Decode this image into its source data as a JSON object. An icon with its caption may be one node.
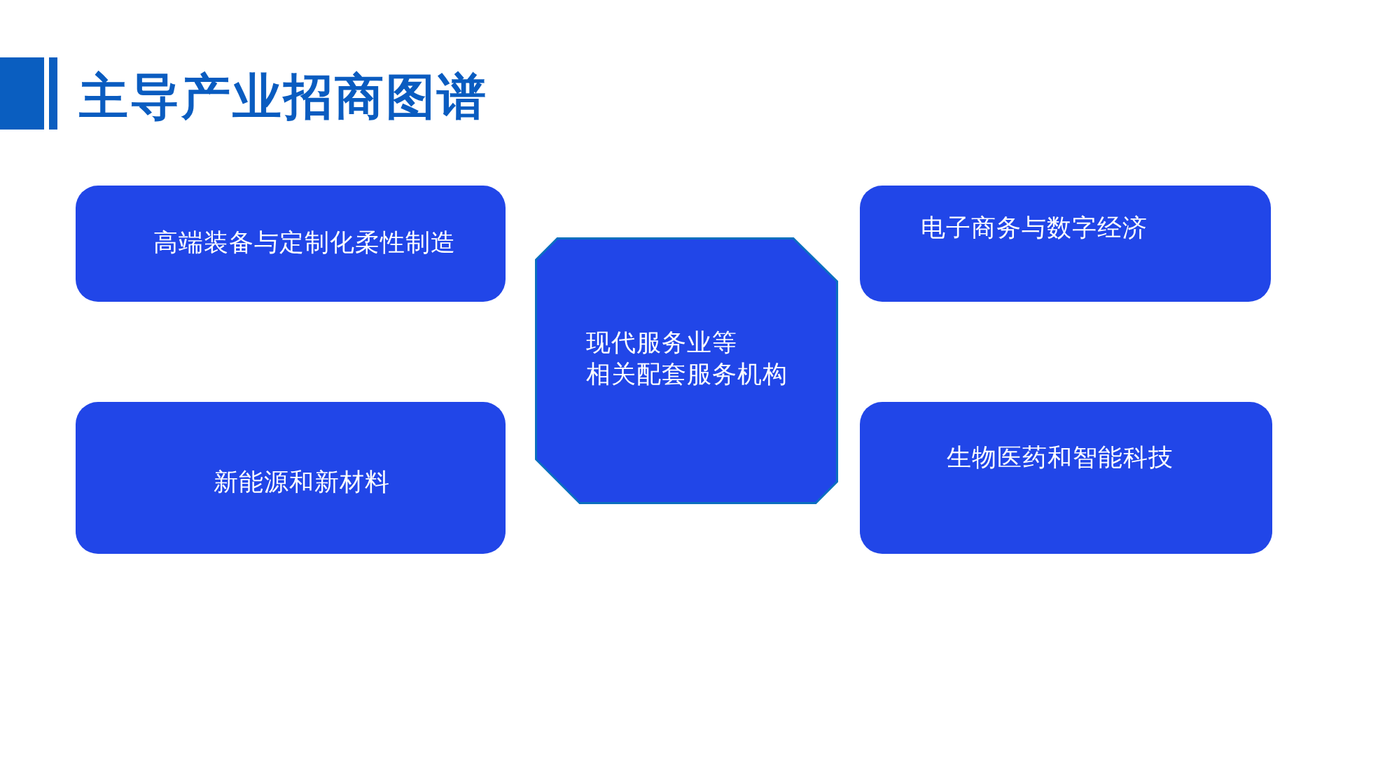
{
  "diagram": {
    "title": "主导产业招商图谱",
    "nodes": [
      {
        "text": [
          "高端装备与定制化柔性制造"
        ]
      },
      {
        "text": [
          "现代服务业等相关配套服务机构"
        ]
      },
      {
        "text": [
          "电子商务与数字经济"
        ]
      },
      {
        "text": [
          "新能源和新材料"
        ]
      },
      {
        "text": [
          "生物医药和智能科技"
        ]
      }
    ]
  }
}
